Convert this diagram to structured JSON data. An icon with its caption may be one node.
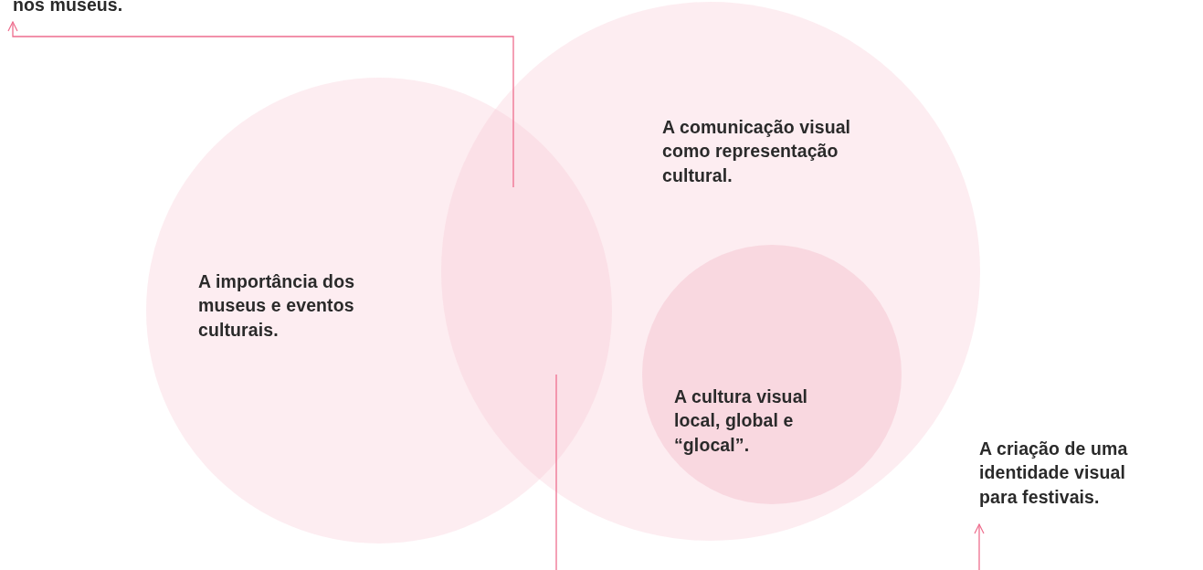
{
  "diagram": {
    "nodes": [
      {
        "text": [
          "A importância dos museus e eventos culturais."
        ]
      },
      {
        "text": [
          "A comunicação visual como representação cultural."
        ]
      },
      {
        "text": [
          "A cultura visual local, global e “glocal”."
        ],
        "in": 1
      },
      {
        "text": [
          "nos museus."
        ]
      },
      {
        "text": [
          "A criação de uma identidade visual para festivais."
        ]
      }
    ],
    "edges": [
      {
        "from": 0,
        "to": 3,
        "arrow": "to"
      },
      {
        "from": 0,
        "to": null,
        "arrow": "none"
      },
      {
        "from": null,
        "to": 4,
        "arrow": "to"
      }
    ]
  }
}
